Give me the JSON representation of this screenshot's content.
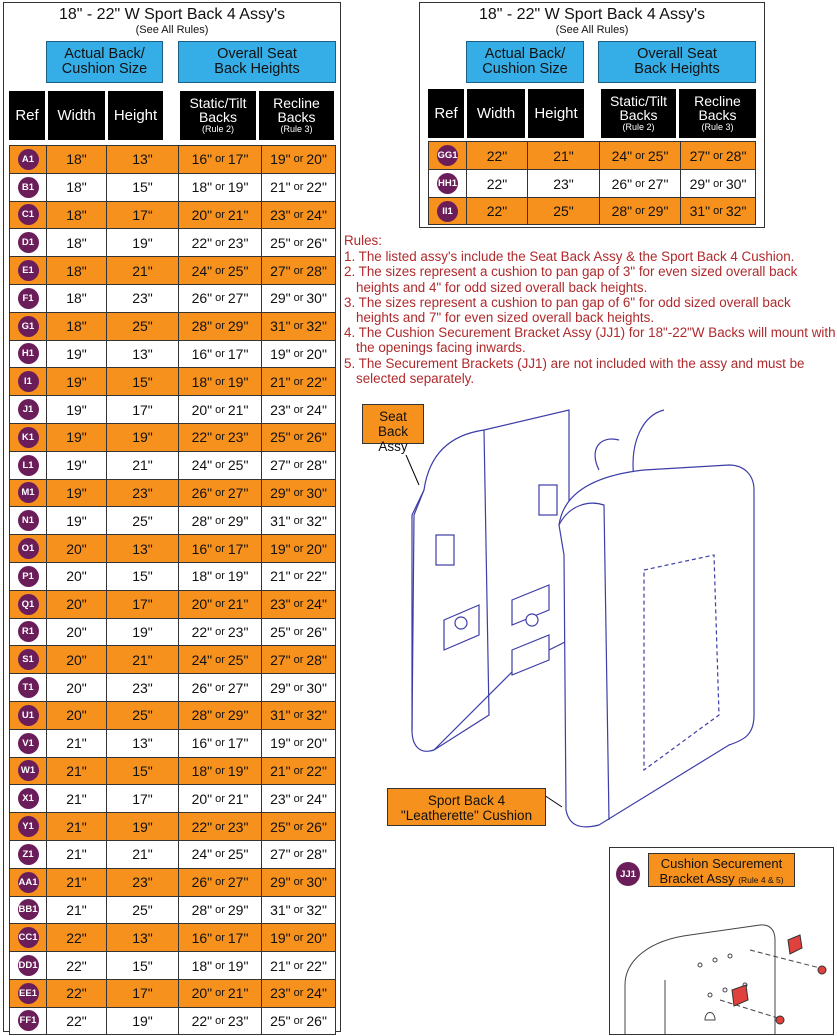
{
  "left_table": {
    "title": "18\" - 22\" W Sport Back 4 Assy's",
    "subtitle": "(See All Rules)",
    "group_left": "Actual Back/ Cushion Size",
    "group_right": "Overall Seat Back Heights",
    "col_ref": "Ref",
    "col_width": "Width",
    "col_height": "Height",
    "col_static": "Static/Tilt Backs",
    "col_static_rule": "(Rule 2)",
    "col_recline": "Recline Backs",
    "col_recline_rule": "(Rule 3)",
    "rows": [
      {
        "ref": "A1",
        "width": "18\"",
        "height": "13\"",
        "s1": "16\"",
        "s2": "17\"",
        "r1": "19\"",
        "r2": "20\""
      },
      {
        "ref": "B1",
        "width": "18\"",
        "height": "15\"",
        "s1": "18\"",
        "s2": "19\"",
        "r1": "21\"",
        "r2": "22\""
      },
      {
        "ref": "C1",
        "width": "18\"",
        "height": "17“",
        "s1": "20\"",
        "s2": "21\"",
        "r1": "23\"",
        "r2": "24\""
      },
      {
        "ref": "D1",
        "width": "18\"",
        "height": "19\"",
        "s1": "22\"",
        "s2": "23\"",
        "r1": "25\"",
        "r2": "26\""
      },
      {
        "ref": "E1",
        "width": "18\"",
        "height": "21\"",
        "s1": "24\"",
        "s2": "25\"",
        "r1": "27\"",
        "r2": "28\""
      },
      {
        "ref": "F1",
        "width": "18\"",
        "height": "23\"",
        "s1": "26\"",
        "s2": "27\"",
        "r1": "29\"",
        "r2": "30\""
      },
      {
        "ref": "G1",
        "width": "18\"",
        "height": "25\"",
        "s1": "28\"",
        "s2": "29\"",
        "r1": "31\"",
        "r2": "32\""
      },
      {
        "ref": "H1",
        "width": "19\"",
        "height": "13\"",
        "s1": "16\"",
        "s2": "17\"",
        "r1": "19\"",
        "r2": "20\""
      },
      {
        "ref": "I1",
        "width": "19\"",
        "height": "15\"",
        "s1": "18\"",
        "s2": "19\"",
        "r1": "21\"",
        "r2": "22\""
      },
      {
        "ref": "J1",
        "width": "19\"",
        "height": "17\"",
        "s1": "20\"",
        "s2": "21\"",
        "r1": "23\"",
        "r2": "24\""
      },
      {
        "ref": "K1",
        "width": "19\"",
        "height": "19\"",
        "s1": "22\"",
        "s2": "23\"",
        "r1": "25\"",
        "r2": "26\""
      },
      {
        "ref": "L1",
        "width": "19\"",
        "height": "21\"",
        "s1": "24\"",
        "s2": "25\"",
        "r1": "27\"",
        "r2": "28\""
      },
      {
        "ref": "M1",
        "width": "19\"",
        "height": "23\"",
        "s1": "26\"",
        "s2": "27\"",
        "r1": "29\"",
        "r2": "30\""
      },
      {
        "ref": "N1",
        "width": "19\"",
        "height": "25\"",
        "s1": "28\"",
        "s2": "29\"",
        "r1": "31\"",
        "r2": "32\""
      },
      {
        "ref": "O1",
        "width": "20\"",
        "height": "13\"",
        "s1": "16\"",
        "s2": "17\"",
        "r1": "19\"",
        "r2": "20\""
      },
      {
        "ref": "P1",
        "width": "20\"",
        "height": "15\"",
        "s1": "18\"",
        "s2": "19\"",
        "r1": "21\"",
        "r2": "22\""
      },
      {
        "ref": "Q1",
        "width": "20\"",
        "height": "17\"",
        "s1": "20\"",
        "s2": "21\"",
        "r1": "23\"",
        "r2": "24\""
      },
      {
        "ref": "R1",
        "width": "20\"",
        "height": "19\"",
        "s1": "22\"",
        "s2": "23\"",
        "r1": "25\"",
        "r2": "26\""
      },
      {
        "ref": "S1",
        "width": "20\"",
        "height": "21\"",
        "s1": "24\"",
        "s2": "25\"",
        "r1": "27\"",
        "r2": "28\""
      },
      {
        "ref": "T1",
        "width": "20\"",
        "height": "23\"",
        "s1": "26\"",
        "s2": "27\"",
        "r1": "29\"",
        "r2": "30\""
      },
      {
        "ref": "U1",
        "width": "20\"",
        "height": "25\"",
        "s1": "28\"",
        "s2": "29\"",
        "r1": "31\"",
        "r2": "32\""
      },
      {
        "ref": "V1",
        "width": "21\"",
        "height": "13\"",
        "s1": "16\"",
        "s2": "17\"",
        "r1": "19\"",
        "r2": "20\""
      },
      {
        "ref": "W1",
        "width": "21\"",
        "height": "15\"",
        "s1": "18\"",
        "s2": "19\"",
        "r1": "21\"",
        "r2": "22\""
      },
      {
        "ref": "X1",
        "width": "21\"",
        "height": "17\"",
        "s1": "20\"",
        "s2": "21\"",
        "r1": "23\"",
        "r2": "24\""
      },
      {
        "ref": "Y1",
        "width": "21\"",
        "height": "19\"",
        "s1": "22\"",
        "s2": "23\"",
        "r1": "25\"",
        "r2": "26\""
      },
      {
        "ref": "Z1",
        "width": "21\"",
        "height": "21\"",
        "s1": "24\"",
        "s2": "25\"",
        "r1": "27\"",
        "r2": "28\""
      },
      {
        "ref": "AA1",
        "width": "21\"",
        "height": "23\"",
        "s1": "26\"",
        "s2": "27\"",
        "r1": "29\"",
        "r2": "30\""
      },
      {
        "ref": "BB1",
        "width": "21\"",
        "height": "25\"",
        "s1": "28\"",
        "s2": "29\"",
        "r1": "31\"",
        "r2": "32\""
      },
      {
        "ref": "CC1",
        "width": "22\"",
        "height": "13\"",
        "s1": "16\"",
        "s2": "17\"",
        "r1": "19\"",
        "r2": "20\""
      },
      {
        "ref": "DD1",
        "width": "22\"",
        "height": "15\"",
        "s1": "18\"",
        "s2": "19\"",
        "r1": "21\"",
        "r2": "22\""
      },
      {
        "ref": "EE1",
        "width": "22\"",
        "height": "17\"",
        "s1": "20\"",
        "s2": "21\"",
        "r1": "23\"",
        "r2": "24\""
      },
      {
        "ref": "FF1",
        "width": "22\"",
        "height": "19\"",
        "s1": "22\"",
        "s2": "23\"",
        "r1": "25\"",
        "r2": "26\""
      }
    ]
  },
  "right_table": {
    "title": "18\" - 22\" W Sport Back 4 Assy's",
    "subtitle": "(See All Rules)",
    "group_left": "Actual Back/ Cushion Size",
    "group_right": "Overall Seat Back Heights",
    "col_ref": "Ref",
    "col_width": "Width",
    "col_height": "Height",
    "col_static": "Static/Tilt Backs",
    "col_static_rule": "(Rule 2)",
    "col_recline": "Recline Backs",
    "col_recline_rule": "(Rule 3)",
    "rows": [
      {
        "ref": "GG1",
        "width": "22\"",
        "height": "21\"",
        "s1": "24\"",
        "s2": "25\"",
        "r1": "27\"",
        "r2": "28\""
      },
      {
        "ref": "HH1",
        "width": "22\"",
        "height": "23\"",
        "s1": "26\"",
        "s2": "27\"",
        "r1": "29\"",
        "r2": "30\""
      },
      {
        "ref": "II1",
        "width": "22\"",
        "height": "25\"",
        "s1": "28\"",
        "s2": "29\"",
        "r1": "31\"",
        "r2": "32\""
      }
    ]
  },
  "or_word": "or",
  "rules": {
    "heading": "Rules:",
    "items": [
      "1. The listed assy's include the Seat Back Assy & the Sport Back 4 Cushion.",
      "2. The sizes represent a cushion to pan gap of 3\" for even sized overall back heights and 4\" for odd sized overall back heights.",
      "3. The sizes represent a cushion to pan gap of 6\" for odd sized overall back heights and 7\" for even sized overall back heights.",
      "4. The Cushion Securement Bracket Assy (JJ1) for 18\"-22\"W Backs will mount with the openings facing inwards.",
      "5. The Securement Brackets (JJ1) are not included with the assy and must be selected separately."
    ]
  },
  "callouts": {
    "seat_back": "Seat Back Assy",
    "cushion_line1": "Sport Back 4",
    "cushion_line2": "\"Leatherette\" Cushion",
    "bracket_ref": "JJ1",
    "bracket_line1": "Cushion Securement",
    "bracket_line2": "Bracket Assy",
    "bracket_rule": "(Rule 4 & 5)"
  },
  "colors": {
    "orange": "#f7911e",
    "blue": "#35ade6",
    "badge": "#6b1d5a",
    "rules_red": "#b0292c",
    "line_blue": "#3d3da8"
  }
}
